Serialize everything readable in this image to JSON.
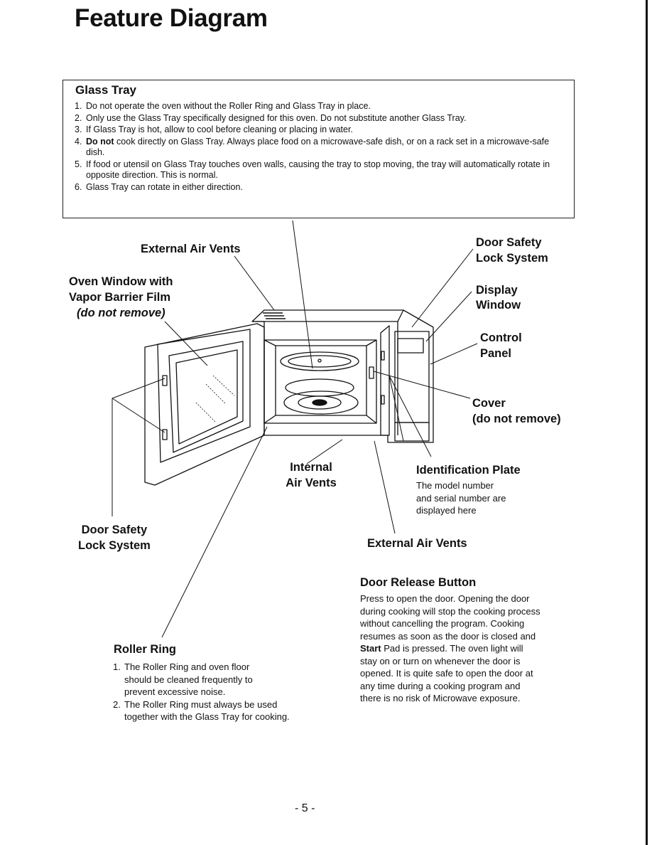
{
  "page": {
    "title": "Feature Diagram",
    "page_number": "- 5 -"
  },
  "glass_tray": {
    "heading": "Glass Tray",
    "items": [
      {
        "num": "1.",
        "text": "Do not operate the oven without the Roller Ring and Glass Tray in place."
      },
      {
        "num": "2.",
        "text": "Only use the Glass Tray specifically designed for this oven. Do not substitute another Glass Tray."
      },
      {
        "num": "3.",
        "text": "If Glass Tray is hot, allow to cool before cleaning or placing in water."
      },
      {
        "num": "4.",
        "bold": "Do not",
        "text": " cook directly on Glass Tray. Always place food on a microwave-safe dish, or on a rack set in a microwave-safe dish."
      },
      {
        "num": "5.",
        "text": "If food or utensil on Glass Tray touches oven walls, causing the tray to stop moving, the tray will automatically rotate in opposite direction. This is normal."
      },
      {
        "num": "6.",
        "text": "Glass Tray can rotate in either direction."
      }
    ]
  },
  "labels": {
    "external_air_vents_top": "External Air Vents",
    "oven_window_line1": "Oven Window with",
    "oven_window_line2": "Vapor Barrier Film",
    "oven_window_line3": "(do not remove)",
    "door_safety_top_line1": "Door Safety",
    "door_safety_top_line2": "Lock System",
    "display_window_line1": "Display",
    "display_window_line2": "Window",
    "control_panel_line1": "Control",
    "control_panel_line2": "Panel",
    "cover_line1": "Cover",
    "cover_line2": "(do not remove)",
    "internal_air_vents_line1": "Internal",
    "internal_air_vents_line2": "Air Vents",
    "id_plate_heading": "Identification Plate",
    "id_plate_body": [
      "The model number",
      "and serial number are",
      "displayed here"
    ],
    "door_safety_left_line1": "Door Safety",
    "door_safety_left_line2": "Lock System",
    "external_air_vents_bottom": "External Air Vents"
  },
  "door_release": {
    "heading": "Door Release Button",
    "lines": [
      "Press to open the door. Opening the door",
      "during cooking will stop the cooking process",
      "without cancelling the program. Cooking",
      "resumes as soon as the door is closed and"
    ],
    "start_bold": "Start",
    "start_rest": " Pad is pressed. The oven light will",
    "lines2": [
      "stay on or turn on whenever the door is",
      "opened. It is quite safe to open the door at",
      "any time during a cooking program and",
      "there is no risk of Microwave exposure."
    ]
  },
  "roller_ring": {
    "heading": "Roller Ring",
    "items": [
      {
        "num": "1.",
        "lines": [
          "The Roller Ring and oven floor",
          "should be cleaned frequently to",
          "prevent excessive noise."
        ]
      },
      {
        "num": "2.",
        "lines": [
          "The Roller Ring must always be used",
          "together with the Glass Tray for cooking."
        ]
      }
    ]
  }
}
